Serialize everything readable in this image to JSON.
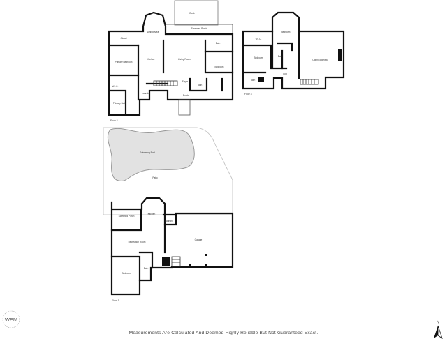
{
  "disclaimer": "Measurements Are Calculated And Deemed Highly Reliable But Not Guaranteed Exact.",
  "logo_text": "WEM",
  "north_label": "N",
  "floors": {
    "main": {
      "label": "Floor 2",
      "rooms": {
        "deck": "Deck",
        "screened_porch": "Screened Porch",
        "dining_area": "Dining Area",
        "closet": "Closet",
        "primary_bedroom": "Primary Bedroom",
        "kitchen": "Kitchen",
        "living_room": "Living Room",
        "bath": "Bath",
        "bedroom": "Bedroom",
        "wic": "W.I.C.",
        "primary_bath": "Primary Bath",
        "laundry": "Laundry",
        "foyer": "Foyer",
        "porch": "Porch"
      }
    },
    "upper": {
      "label": "Floor 3",
      "rooms": {
        "wic": "W.I.C.",
        "bedroom_1": "Bedroom",
        "bedroom_2": "Bedroom",
        "bath_1": "Bath",
        "bath_2": "Bath",
        "open_to_below": "Open To Below",
        "loft": "Loft"
      }
    },
    "exterior": {
      "pool": "Swimming Pool",
      "patio": "Patio"
    },
    "lower": {
      "label": "Floor 1",
      "rooms": {
        "screened_porch": "Screened Porch",
        "kitchen": "Kitchen",
        "laundry": "Laundry",
        "garage": "Garage",
        "recreation_room": "Recreation Room",
        "bath": "Bath",
        "bedroom": "Bedroom"
      }
    }
  }
}
